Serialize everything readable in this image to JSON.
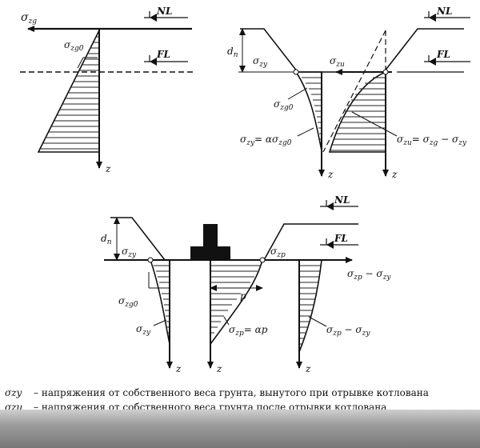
{
  "labels": {
    "nl": "NL",
    "fl": "FL",
    "sigma": "σ",
    "zg": "zg",
    "zg0": "zg0",
    "zy": "zy",
    "zu": "zu",
    "zp": "zp",
    "dn_d": "d",
    "dn_n": "n",
    "z": "z",
    "p": "p",
    "eq_zy": "= ασ",
    "eq_zu": "= σ",
    "minus": " − σ",
    "eq_zp": "= αp"
  },
  "legend": [
    {
      "symbol": "σzy",
      "text": "– напряжения от собственного веса грунта, вынутого при отрывке котлована"
    },
    {
      "symbol": "σzu",
      "text": "– напряжения от собственного веса грунта после отрывки котлована"
    }
  ],
  "colors": {
    "ink": "#111111",
    "hatch": "#222222",
    "footer": "#8a8a8a"
  }
}
